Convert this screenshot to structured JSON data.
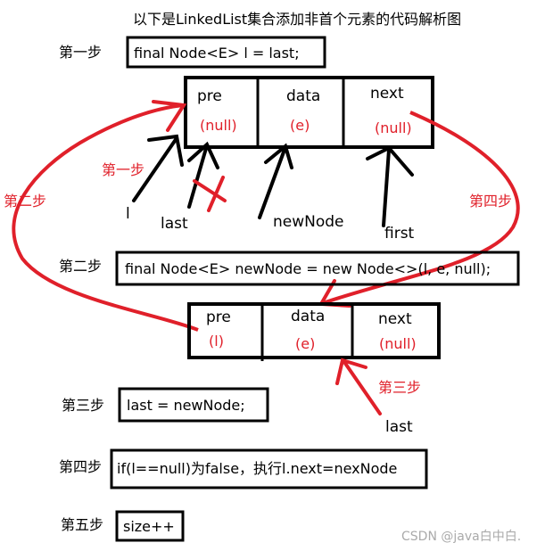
{
  "title": "以下是LinkedList集合添加非首个元素的代码解析图",
  "steps": [
    {
      "label": "第一步",
      "code": "final Node<E> l = last;"
    },
    {
      "label": "第二步",
      "code": "final Node<E> newNode = new Node<>(l, e, null);"
    },
    {
      "label": "第三步",
      "code": "last = newNode;"
    },
    {
      "label": "第四步",
      "code": "if(l==null)为false，执行l.next=nexNode"
    },
    {
      "label": "第五步",
      "code": "size++"
    }
  ],
  "node1": {
    "fields": [
      "pre",
      "data",
      "next"
    ],
    "values": [
      "(null)",
      "(e)",
      "(null)"
    ]
  },
  "node2": {
    "fields": [
      "pre",
      "data",
      "next"
    ],
    "values": [
      "(l)",
      "(e)",
      "(null)"
    ]
  },
  "pointers": {
    "l": "l",
    "last": "last",
    "newNode": "newNode",
    "first": "first",
    "last2": "last"
  },
  "annotations": {
    "step1": "第一步",
    "step2": "第二步",
    "step3": "第三步",
    "step4": "第四步"
  },
  "watermark": "CSDN @java白中白.",
  "colors": {
    "ink": "#000000",
    "annotation": "#e0202a",
    "watermark": "#aaaaaa"
  }
}
